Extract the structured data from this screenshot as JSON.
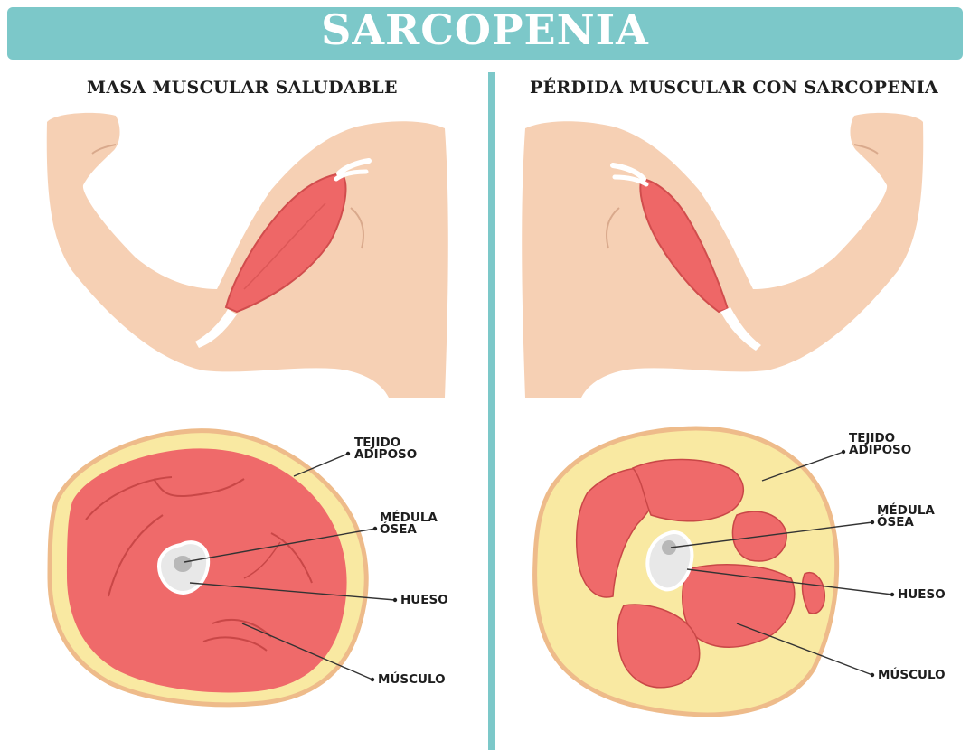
{
  "title": "SARCOPENIA",
  "panels": [
    {
      "heading": "MASA MUSCULAR SALUDABLE",
      "labels": {
        "adipose_1": "TEJIDO",
        "adipose_2": "ADIPOSO",
        "marrow_1": "MÉDULA",
        "marrow_2": "ÓSEA",
        "bone": "HUESO",
        "muscle": "MÚSCULO"
      }
    },
    {
      "heading": "PÉRDIDA MUSCULAR CON SARCOPENIA",
      "labels": {
        "adipose_1": "TEJIDO",
        "adipose_2": "ADIPOSO",
        "marrow_1": "MÉDULA",
        "marrow_2": "ÓSEA",
        "bone": "HUESO",
        "muscle": "MÚSCULO"
      }
    }
  ],
  "colors": {
    "banner": "#7cc8c9",
    "skin": "#f6d0b4",
    "muscle": "#ef6a6a",
    "fat": "#f9e9a2",
    "bone": "#e8e8e8"
  }
}
